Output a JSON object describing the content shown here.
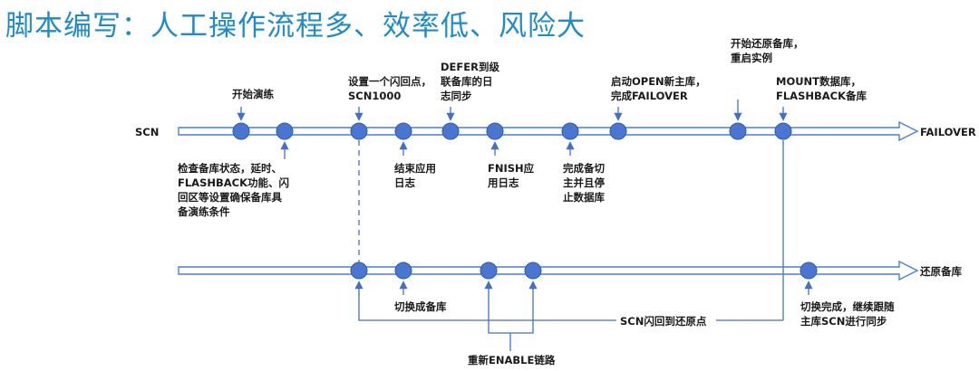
{
  "title": "脚本编写：人工操作流程多、效率低、风险大",
  "timeline_top": {
    "start_label": "SCN",
    "end_label": "FAILOVER"
  },
  "timeline_bottom": {
    "end_label": "还原备库"
  },
  "annotations": {
    "start_drill": [
      "开始演练"
    ],
    "check_conditions": [
      "检查备库状态，延时、",
      "FLASHBACK功能、闪",
      "回区等设置确保备库具",
      "备演练条件"
    ],
    "restore_point": [
      "设置一个闪回点，",
      "SCN1000"
    ],
    "defer_log": [
      "DEFER到级",
      "联备库的日",
      "志同步"
    ],
    "end_apply": [
      "结束应用",
      "日志"
    ],
    "finish_apply": [
      "FNISH应",
      "用日志"
    ],
    "complete_standby": [
      "完成备切",
      "主并且停",
      "止数据库"
    ],
    "open_primary": [
      "启动OPEN新主库，",
      "完成FAILOVER"
    ],
    "restore_start": [
      "开始还原备库，",
      "重启实例"
    ],
    "mount_flashback": [
      "MOUNT数据库，",
      "FLASHBACK备库"
    ],
    "switch_standby": [
      "切换成备库"
    ],
    "switch_done": [
      "切换完成，继续跟随",
      "主库SCN进行同步"
    ],
    "flashback_to_point": [
      "SCN闪回到还原点"
    ],
    "reenable_link": [
      "重新ENABLE链路"
    ]
  }
}
